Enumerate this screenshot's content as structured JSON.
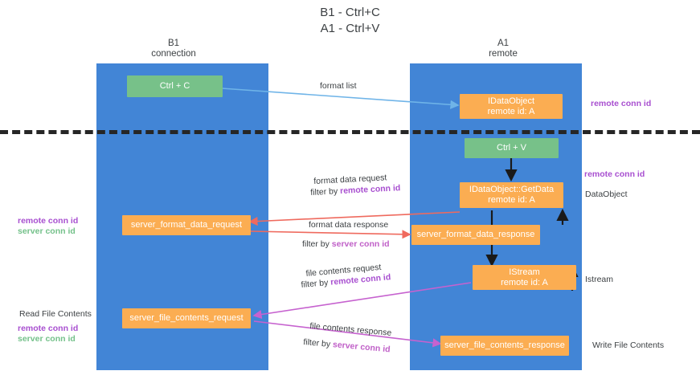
{
  "title": "B1 - Ctrl+C\nA1 - Ctrl+V",
  "columns": [
    {
      "id": "b1",
      "header": "B1\nconnection"
    },
    {
      "id": "a1",
      "header": "A1\nremote"
    }
  ],
  "nodes": {
    "ctrl_c": "Ctrl + C",
    "idataobject": "IDataObject\nremote id: A",
    "ctrl_v": "Ctrl + V",
    "getdata": "IDataObject::GetData\nremote id: A",
    "server_format_data_request": "server_format_data_request",
    "server_format_data_response": "server_format_data_response",
    "istream": "IStream\nremote id: A",
    "server_file_contents_request": "server_file_contents_request",
    "server_file_contents_response": "server_file_contents_response"
  },
  "edges": {
    "format_list": "format list",
    "format_data_request": "format data request",
    "format_data_request_filter_prefix": "filter by ",
    "format_data_request_filter_key": "remote conn id",
    "format_data_response": "format data response",
    "format_data_response_filter_prefix": "filter by ",
    "format_data_response_filter_key": "server conn id",
    "file_contents_request": "file contents request",
    "file_contents_request_filter_prefix": "filter by ",
    "file_contents_request_filter_key": "remote conn id",
    "file_contents_response": "file contents response",
    "file_contents_response_filter_prefix": "filter by ",
    "file_contents_response_filter_key": "server conn id"
  },
  "annotations": {
    "right_remote_conn_id_top": "remote conn id",
    "right_remote_conn_id_mid": "remote conn id",
    "right_dataobject": "DataObject",
    "right_istream": "Istream",
    "right_write_file_contents": "Write File Contents",
    "left_remote_conn_id": "remote conn id",
    "left_server_conn_id": "server conn id",
    "left_read_file_contents": "Read File Contents",
    "left_remote_conn_id_2": "remote conn id",
    "left_server_conn_id_2": "server conn id"
  },
  "colors": {
    "lane": "#4285d6",
    "node_green": "#77c189",
    "node_orange": "#fbad52",
    "purple": "#a84fd0",
    "green_text": "#74c18a",
    "arrow_red": "#ef6a5e",
    "arrow_pink": "#c662cf",
    "arrow_blue": "#6fb4e8",
    "arrow_dark": "#1a1a1a",
    "divider": "#262626"
  }
}
